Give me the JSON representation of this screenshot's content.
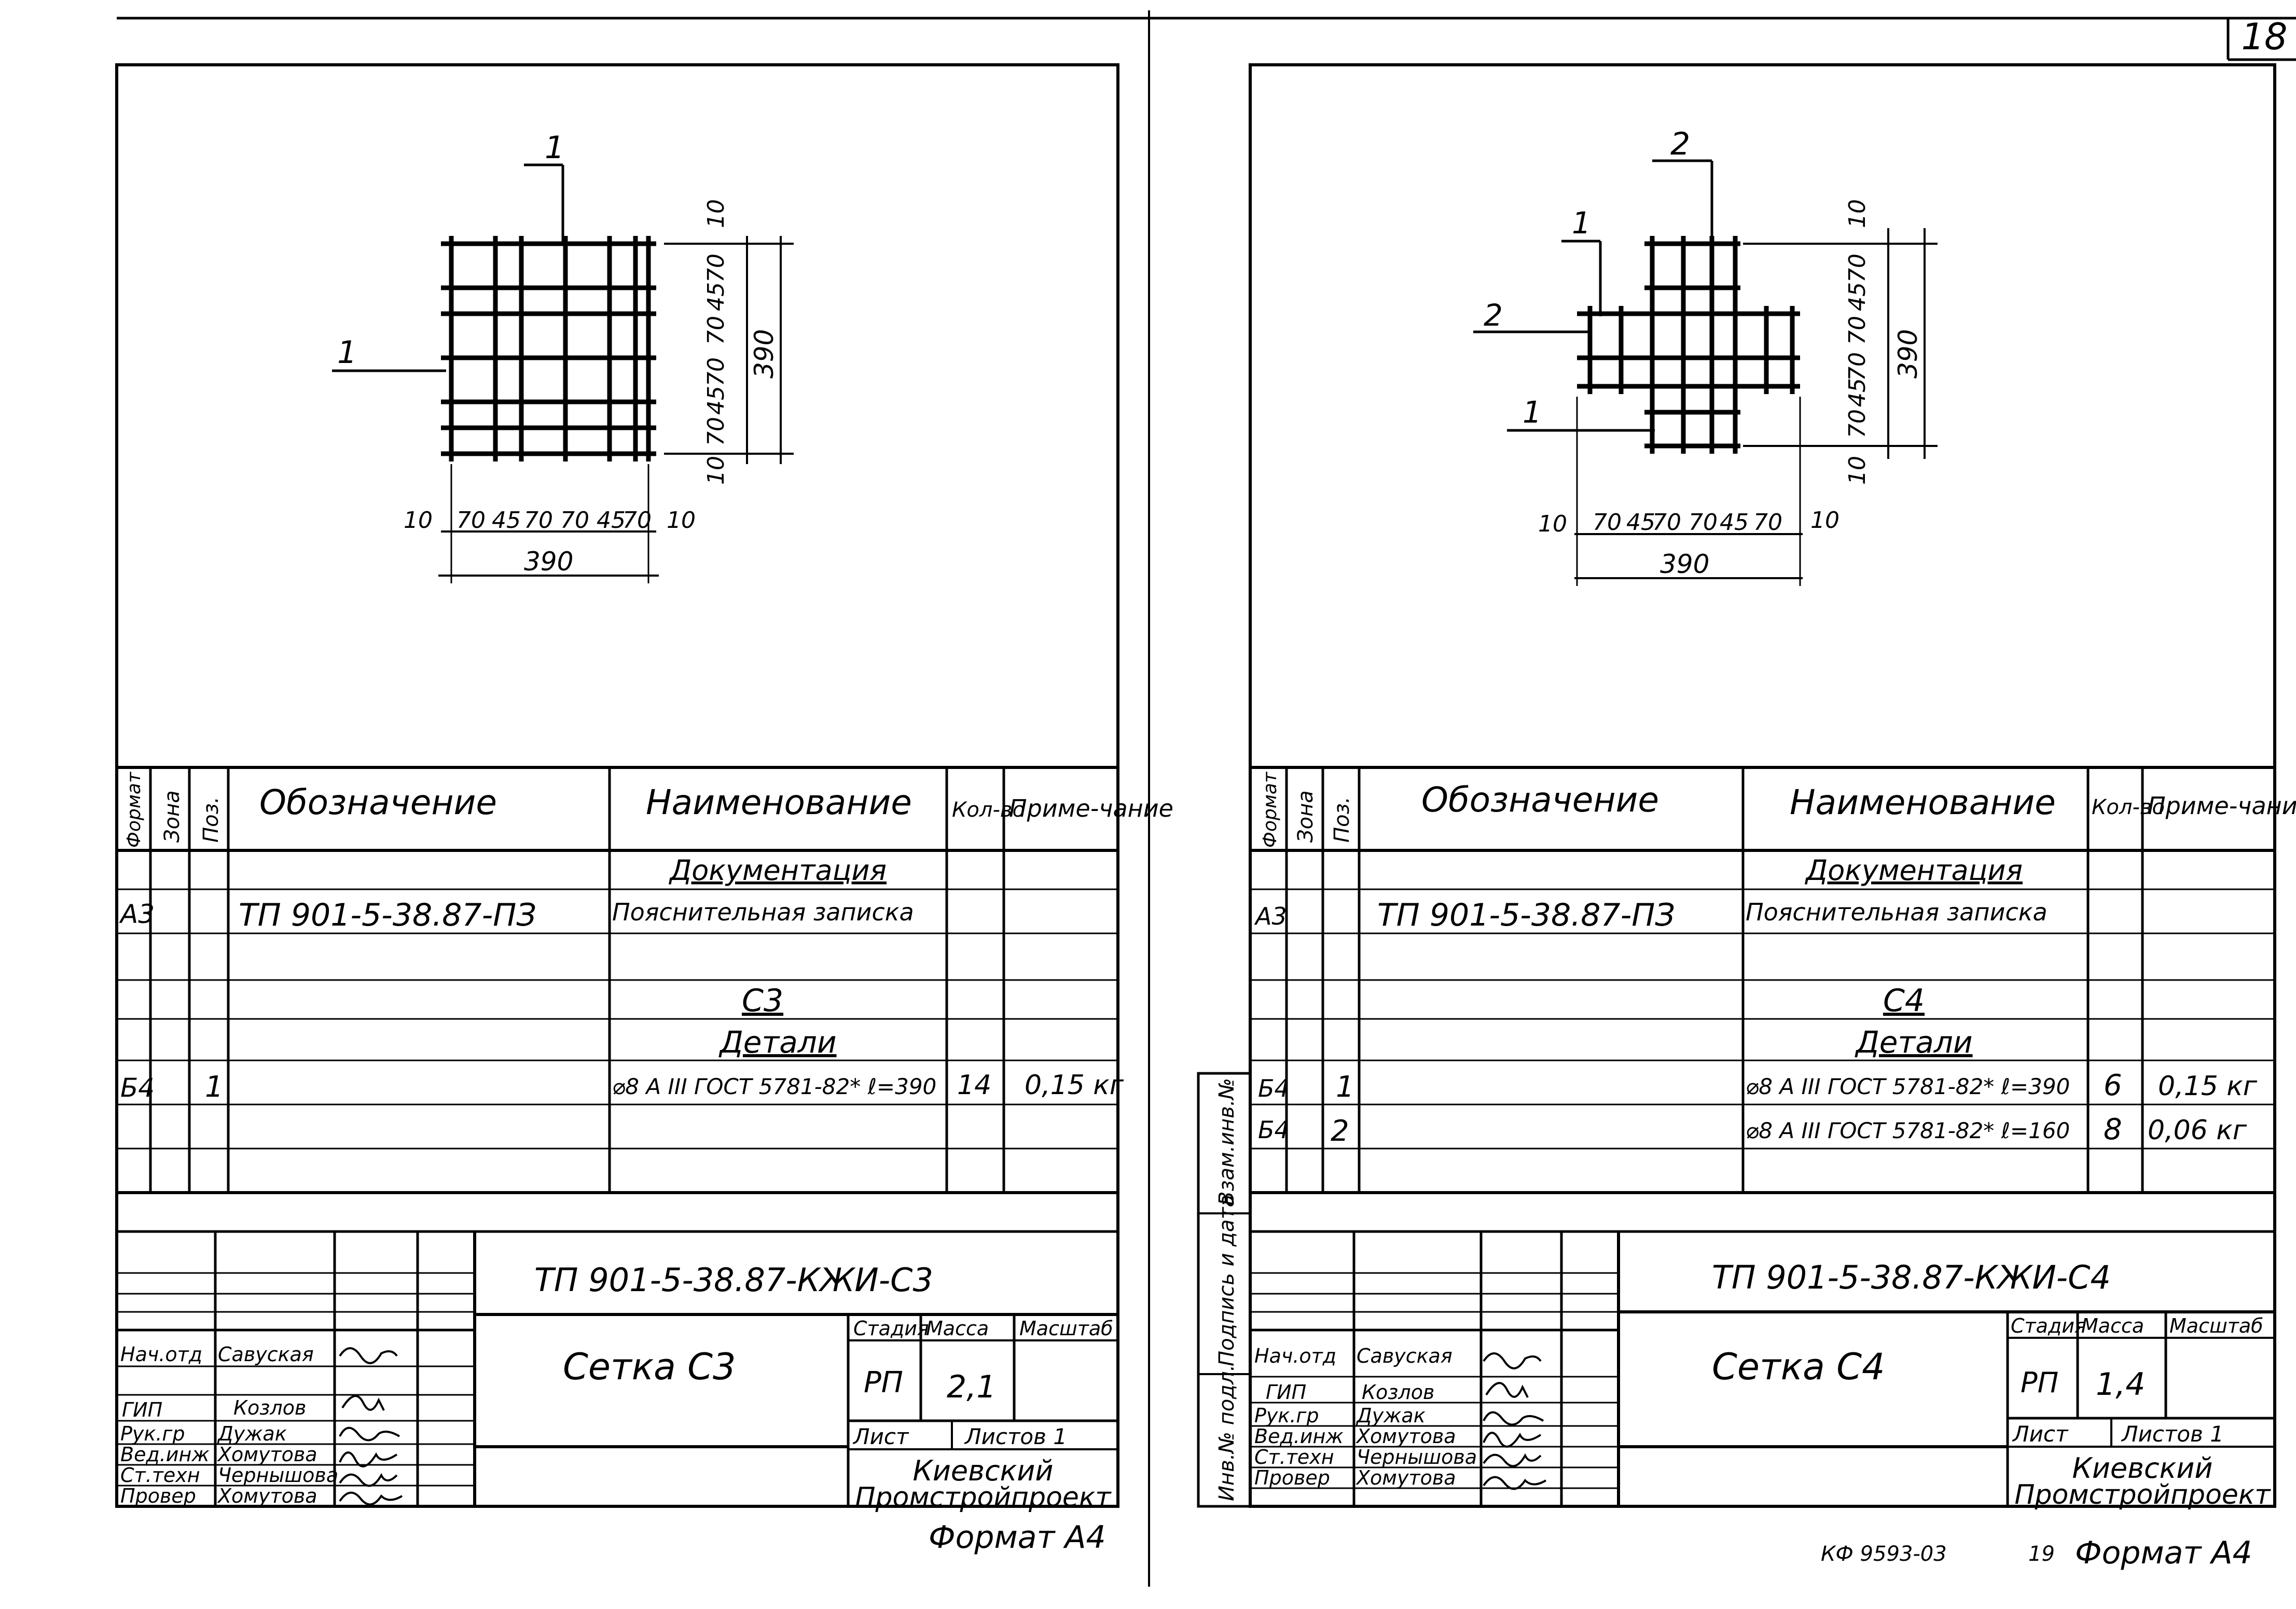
{
  "page_number": "18",
  "footer_code": "КФ 9593-03",
  "footer_page": "19",
  "sheets": [
    {
      "id": "c3",
      "callouts": {
        "top": "1",
        "left": "1"
      },
      "dims": {
        "h": [
          "10",
          "70",
          "45",
          "70",
          "70",
          "45",
          "70",
          "10"
        ],
        "h_total": "390",
        "v": [
          "10",
          "70",
          "45",
          "70",
          "70",
          "45",
          "70",
          "10"
        ],
        "v_total": "390"
      },
      "spec": {
        "headers": {
          "format": "Формат",
          "zone": "Зона",
          "pos": "Поз.",
          "designation": "Обозначение",
          "name": "Наименование",
          "qty": "Кол-во",
          "note": "Приме-чание"
        },
        "rows": [
          {
            "format": "",
            "zone": "",
            "pos": "",
            "designation": "",
            "name": "Документация",
            "qty": "",
            "note": ""
          },
          {
            "format": "А3",
            "zone": "",
            "pos": "",
            "designation": "ТП 901-5-38.87-ПЗ",
            "name": "Пояснительная записка",
            "qty": "",
            "note": ""
          },
          {
            "format": "",
            "zone": "",
            "pos": "",
            "designation": "",
            "name": "",
            "qty": "",
            "note": ""
          },
          {
            "format": "",
            "zone": "",
            "pos": "",
            "designation": "",
            "name": "С3",
            "qty": "",
            "note": ""
          },
          {
            "format": "",
            "zone": "",
            "pos": "",
            "designation": "",
            "name": "Детали",
            "qty": "",
            "note": ""
          },
          {
            "format": "Б4",
            "zone": "",
            "pos": "1",
            "designation": "",
            "name": "⌀8 А III ГОСТ 5781-82* ℓ=390",
            "qty": "14",
            "note": "0,15 кг"
          },
          {
            "format": "",
            "zone": "",
            "pos": "",
            "designation": "",
            "name": "",
            "qty": "",
            "note": ""
          },
          {
            "format": "",
            "zone": "",
            "pos": "",
            "designation": "",
            "name": "",
            "qty": "",
            "note": ""
          }
        ]
      },
      "title_block": {
        "code": "ТП 901-5-38.87-КЖИ-С3",
        "title": "Сетка С3",
        "stage_label": "Стадия",
        "mass_label": "Масса",
        "scale_label": "Масштаб",
        "stage": "РП",
        "mass": "2,1",
        "sheet_label": "Лист",
        "sheets_label": "Листов 1",
        "org": [
          "Киевский",
          "Промстройпроект"
        ],
        "roles": [
          {
            "role": "Нач.отд",
            "name": "Савуская"
          },
          {
            "role": "ГИП",
            "name": "Козлов"
          },
          {
            "role": "Рук.гр",
            "name": "Дужак"
          },
          {
            "role": "Вед.инж",
            "name": "Хомутова"
          },
          {
            "role": "Ст.техн",
            "name": "Чернышова"
          },
          {
            "role": "Провер",
            "name": "Хомутова"
          }
        ]
      },
      "format_label": "Формат А4"
    },
    {
      "id": "c4",
      "callouts": {
        "top": "2",
        "upper_left": "1",
        "mid_left": "2",
        "lower_left": "1"
      },
      "dims": {
        "h": [
          "10",
          "70",
          "45",
          "70",
          "70",
          "45",
          "70",
          "10"
        ],
        "h_total": "390",
        "v": [
          "10",
          "70",
          "45",
          "70",
          "70",
          "45",
          "70",
          "10"
        ],
        "v_total": "390"
      },
      "side_labels": [
        "Инв.№ подл.",
        "Подпись и дата",
        "Взам.инв.№"
      ],
      "spec": {
        "headers": {
          "format": "Формат",
          "zone": "Зона",
          "pos": "Поз.",
          "designation": "Обозначение",
          "name": "Наименование",
          "qty": "Кол-во",
          "note": "Приме-чание"
        },
        "rows": [
          {
            "format": "",
            "zone": "",
            "pos": "",
            "designation": "",
            "name": "Документация",
            "qty": "",
            "note": ""
          },
          {
            "format": "А3",
            "zone": "",
            "pos": "",
            "designation": "ТП 901-5-38.87-ПЗ",
            "name": "Пояснительная записка",
            "qty": "",
            "note": ""
          },
          {
            "format": "",
            "zone": "",
            "pos": "",
            "designation": "",
            "name": "",
            "qty": "",
            "note": ""
          },
          {
            "format": "",
            "zone": "",
            "pos": "",
            "designation": "",
            "name": "С4",
            "qty": "",
            "note": ""
          },
          {
            "format": "",
            "zone": "",
            "pos": "",
            "designation": "",
            "name": "Детали",
            "qty": "",
            "note": ""
          },
          {
            "format": "Б4",
            "zone": "",
            "pos": "1",
            "designation": "",
            "name": "⌀8 А III ГОСТ 5781-82* ℓ=390",
            "qty": "6",
            "note": "0,15 кг"
          },
          {
            "format": "Б4",
            "zone": "",
            "pos": "2",
            "designation": "",
            "name": "⌀8 А III ГОСТ 5781-82* ℓ=160",
            "qty": "8",
            "note": "0,06 кг"
          },
          {
            "format": "",
            "zone": "",
            "pos": "",
            "designation": "",
            "name": "",
            "qty": "",
            "note": ""
          }
        ]
      },
      "title_block": {
        "code": "ТП 901-5-38.87-КЖИ-С4",
        "title": "Сетка С4",
        "stage_label": "Стадия",
        "mass_label": "Масса",
        "scale_label": "Масштаб",
        "stage": "РП",
        "mass": "1,4",
        "sheet_label": "Лист",
        "sheets_label": "Листов 1",
        "org": [
          "Киевский",
          "Промстройпроект"
        ],
        "roles": [
          {
            "role": "Нач.отд",
            "name": "Савуская"
          },
          {
            "role": "ГИП",
            "name": "Козлов"
          },
          {
            "role": "Рук.гр",
            "name": "Дужак"
          },
          {
            "role": "Вед.инж",
            "name": "Хомутова"
          },
          {
            "role": "Ст.техн",
            "name": "Чернышова"
          },
          {
            "role": "Провер",
            "name": "Хомутова"
          }
        ]
      },
      "format_label": "Формат А4"
    }
  ]
}
